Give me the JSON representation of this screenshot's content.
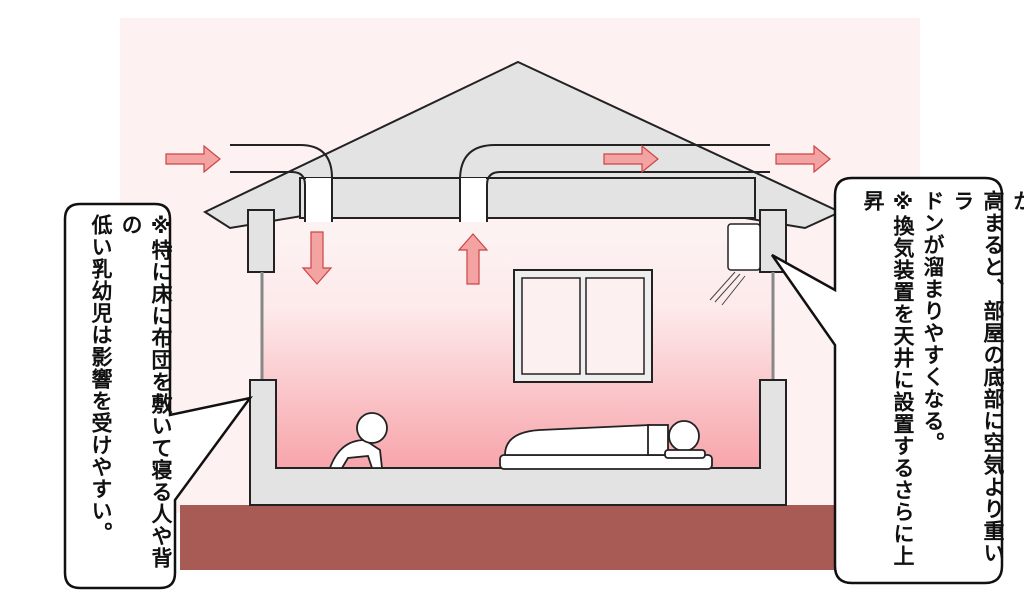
{
  "colors": {
    "background_pink": "#fdf1f1",
    "radon_gradient": "#f7a9ae",
    "ground": "#a85a55",
    "house_gray": "#e3e3e3",
    "arrow_pink": "#f4a3a3"
  },
  "left_note": {
    "lines": [
      "※特に床に布団を敷いて寝る人や背の",
      "低い乳幼児は影響を受けやすい。"
    ]
  },
  "right_note": {
    "lines": [
      "※エアコンの普及により建物の気密性が",
      "高まると、部屋の底部に空気より重いラ",
      "ドンが溜まりやすくなる。",
      "※換気装置を天井に設置するさらに上昇"
    ]
  }
}
